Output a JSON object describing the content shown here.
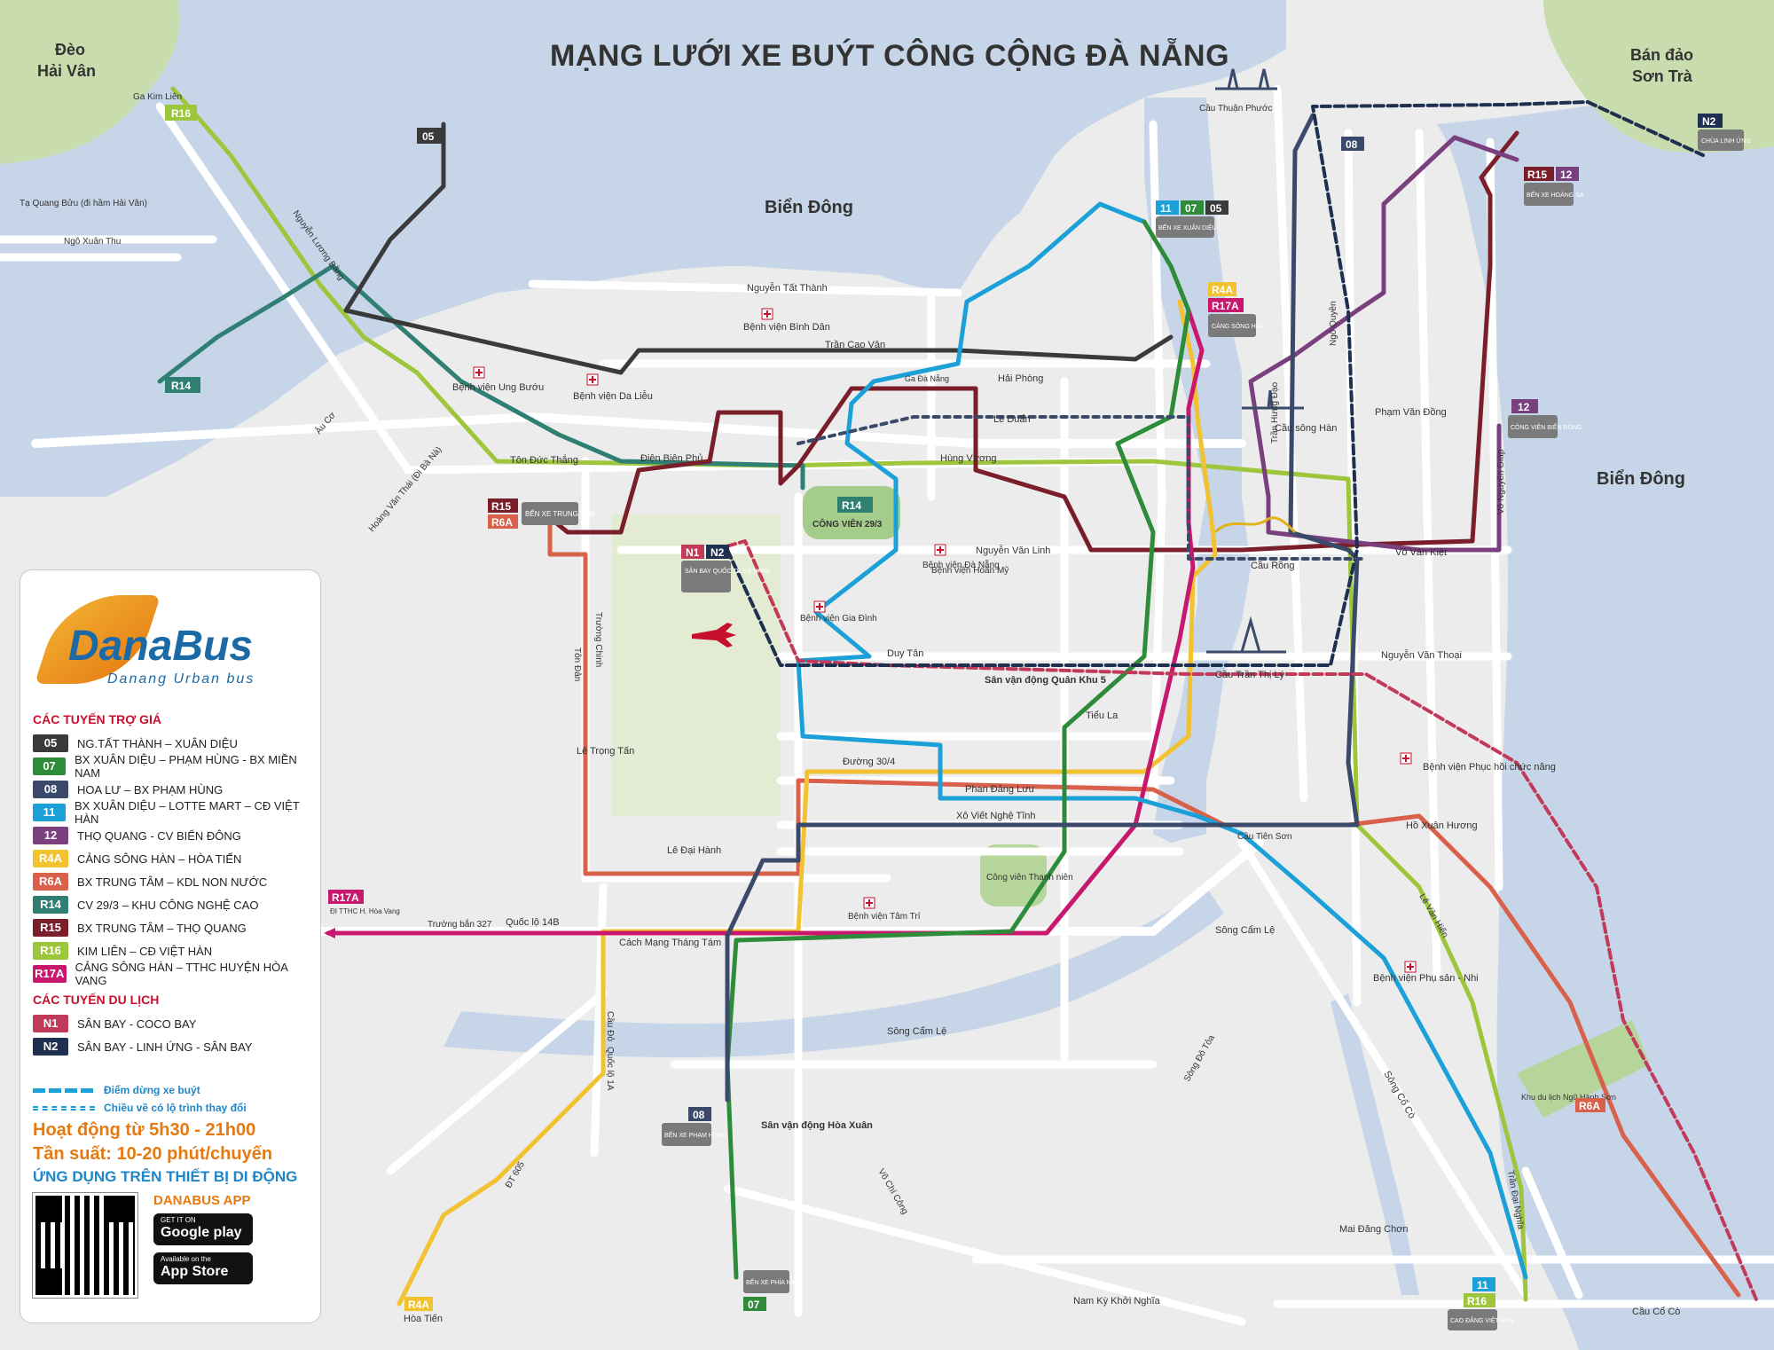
{
  "title": "MẠNG LƯỚI XE BUÝT CÔNG CỘNG ĐÀ NẴNG",
  "colors": {
    "sea": "#c6d6e8",
    "land": "#ececec",
    "green_area": "#c8dcae",
    "road": "#ffffff",
    "park_green": "#a4cc8a",
    "airport": "#e3ebd3"
  },
  "region_labels": {
    "deo_hai_van": [
      "Đèo",
      "Hải Vân"
    ],
    "ban_dao_son_tra": [
      "Bán đảo",
      "Sơn Trà"
    ],
    "bien_dong_north": "Biển Đông",
    "bien_dong_east": "Biển Đông"
  },
  "map_labels": {
    "cau_thuan_phuoc": "Cầu Thuận Phước",
    "cau_song_han": "Cầu sông Hàn",
    "cau_rong": "Cầu Rồng",
    "cau_tran_thi_ly": "Cầu Trần Thị Lý",
    "cau_tien_son": "Cầu Tiên Sơn",
    "song_cam_le_1": "Sông Cẩm Lệ",
    "song_cam_le_2": "Sông Cẩm Lệ",
    "song_co_co": "Sông Cổ Cò",
    "song_do_toa": "Sông Đô Tỏa",
    "nguyen_tat_thanh": "Nguyễn Tất Thành",
    "tran_cao_van": "Trần Cao Vân",
    "dien_bien_phu": "Điện Biên Phủ",
    "ton_duc_thang": "Tôn Đức Thắng",
    "hai_phong": "Hải Phòng",
    "hung_vuong": "Hùng Vương",
    "le_duan": "Lê Duẩn",
    "duy_tan": "Duy Tân",
    "nguyen_van_linh": "Nguyễn Văn Linh",
    "tieu_la": "Tiểu La",
    "duong_30_4": "Đường 30/4",
    "phan_dang_luu": "Phan Đăng Lưu",
    "xo_viet_nghe_tinh": "Xô Viết Nghệ Tĩnh",
    "le_dai_hanh": "Lê Đại Hành",
    "le_trong_tan": "Lê Trọng Tấn",
    "cach_mang_thang_tam": "Cách Mạng Tháng Tám",
    "quoc_lo_14b": "Quốc lộ 14B",
    "truong_ban_327": "Trường bắn 327",
    "ho_xuan_huong": "Hồ Xuân Hương",
    "nguyen_van_thoai": "Nguyễn Văn Thoại",
    "vo_van_kiet": "Võ Văn Kiệt",
    "pham_van_dong": "Phạm Văn Đồng",
    "tran_hung_dao": "Trần Hưng Đạo",
    "ngo_quyen": "Ngô Quyền",
    "vo_nguyen_giap": "Võ Nguyên Giáp",
    "le_van_hien": "Lê Văn Hiến",
    "tran_dai_nghia": "Trần Đại Nghĩa",
    "nam_ky_khoi_nghia": "Nam Kỳ Khởi Nghĩa",
    "mai_dang_chon": "Mai Đăng Chơn",
    "cau_co_co": "Cầu Cổ Cò",
    "ngo_xuan_thu": "Ngô Xuân Thu",
    "ta_quang_buu": "Tạ Quang Bửu (đi hầm Hải Vân)",
    "nguyen_luong_bang": "Nguyễn Lương Bằng",
    "au_co": "Âu Cơ",
    "hoang_van_thai": "Hoàng Văn Thái (Đi Bà Nà)",
    "truong_chinh": "Trường Chinh",
    "ton_dan": "Tôn Đản",
    "vo_chi_cong": "Võ Chí Công",
    "quoc_lo_1a": "Quốc lộ 1A",
    "cau_do": "Cầu Đỏ",
    "dt605": "ĐT 605",
    "hoa_tien": "Hòa Tiến",
    "san_van_dong_quan_khu_5": "Sân vận động Quân Khu 5",
    "cong_vien_thanh_nien": "Công viên Thanh niên",
    "san_van_dong_hoa_xuan": "Sân vận động Hòa Xuân",
    "khu_du_lich_ngu_hanh_son": "Khu du lịch Ngũ Hành Sơn",
    "ga_da_nang": "Ga Đà Nẵng",
    "cong_vien_29_3": "CÔNG VIÊN 29/3",
    "benh_vien_da_nang": "Bệnh viện Đà Nẵng",
    "benh_vien_hoan_my": "Bệnh viện Hoàn Mỹ",
    "benh_vien_phu_san_nhi": "Bệnh viện Phụ sản - Nhi",
    "benh_vien_tam_tri": "Bệnh viện Tâm Trí",
    "benh_vien_gia_dinh": "Bệnh viện Gia Đình",
    "benh_vien_ung_buou": "Bệnh viện Ung Bướu",
    "benh_vien_da_lieu": "Bệnh viện Da Liễu",
    "benh_vien_binh_dan": "Bệnh viện Bình Dân",
    "benh_vien_phuc_hoi_chuc_nang": "Bệnh viện Phục hồi chức năng"
  },
  "terminals": {
    "ben_xe_trung_tam": "BẾN XE TRUNG TÂM",
    "ben_xe_xuan_dieu": "BẾN XE XUÂN DIỆU",
    "cang_song_han": "CẢNG SÔNG HÀN",
    "ben_xe_hoang_sa": "BẾN XE HOÀNG SA",
    "chua_linh_ung": "CHÙA LINH ỨNG",
    "san_bay": "SÂN BAY QUỐC TẾ ĐÀ NẴNG",
    "ben_xe_pham_hung": "BẾN XE PHẠM HÙNG",
    "ben_xe_phia_nam": "BẾN XE PHÍA NAM",
    "cao_dang_viet_han": "CAO ĐẲNG VIỆT HÀN",
    "cong_vien_bien_dong": "CÔNG VIÊN BIỂN ĐÔNG",
    "di_tthc": "ĐI TTHC H. Hòa Vang",
    "ga_kim_lien": "Ga Kim Liên"
  },
  "legend": {
    "brand": "DanaBus",
    "brand_sub": "Danang Urban bus",
    "subsidized_heading": "CÁC TUYẾN TRỢ GIÁ",
    "tourist_heading": "CÁC TUYẾN DU LỊCH",
    "subsidized_routes": [
      {
        "code": "05",
        "name": "NG.TẤT THÀNH – XUÂN DIỆU",
        "color": "#3a3a3a"
      },
      {
        "code": "07",
        "name": "BX XUÂN DIỆU – PHẠM HÙNG - BX MIỀN NAM",
        "color": "#2e8b3a"
      },
      {
        "code": "08",
        "name": "HOA LƯ – BX PHẠM HÙNG",
        "color": "#3b4a6b"
      },
      {
        "code": "11",
        "name": "BX XUÂN DIỆU – LOTTE MART – CĐ VIỆT HÀN",
        "color": "#1ba1d8"
      },
      {
        "code": "12",
        "name": "THỌ QUANG - CV BIỂN ĐÔNG",
        "color": "#7a3f7e"
      },
      {
        "code": "R4A",
        "name": "CẢNG SÔNG HÀN – HÒA TIẾN",
        "color": "#f2c230"
      },
      {
        "code": "R6A",
        "name": "BX TRUNG TÂM – KDL NON NƯỚC",
        "color": "#d9604a"
      },
      {
        "code": "R14",
        "name": "CV 29/3 – KHU CÔNG NGHỆ CAO",
        "color": "#2f7f73"
      },
      {
        "code": "R15",
        "name": "BX TRUNG TÂM – THỌ QUANG",
        "color": "#7a1f2a"
      },
      {
        "code": "R16",
        "name": "KIM LIÊN – CĐ VIỆT HÀN",
        "color": "#9dc63c"
      },
      {
        "code": "R17A",
        "name": "CẢNG SÔNG HÀN – TTHC HUYỆN HÒA VANG",
        "color": "#c8186e"
      }
    ],
    "tourist_routes": [
      {
        "code": "N1",
        "name": "SÂN BAY - COCO BAY",
        "color": "#c23a5a"
      },
      {
        "code": "N2",
        "name": "SÂN BAY - LINH ỨNG - SÂN BAY",
        "color": "#1e2f4f"
      }
    ],
    "key_stop": "Điểm dừng xe buýt",
    "key_change": "Chiều về có lộ trình thay đổi",
    "hours": "Hoạt động từ 5h30 - 21h00",
    "frequency": "Tần suất: 10-20 phút/chuyến",
    "app_line": "ỨNG DỤNG TRÊN THIẾT BỊ DI ĐỘNG",
    "app_name": "DANABUS APP",
    "google_small": "GET IT ON",
    "google_big": "Google play",
    "apple_small": "Available on the",
    "apple_big": "App Store"
  }
}
